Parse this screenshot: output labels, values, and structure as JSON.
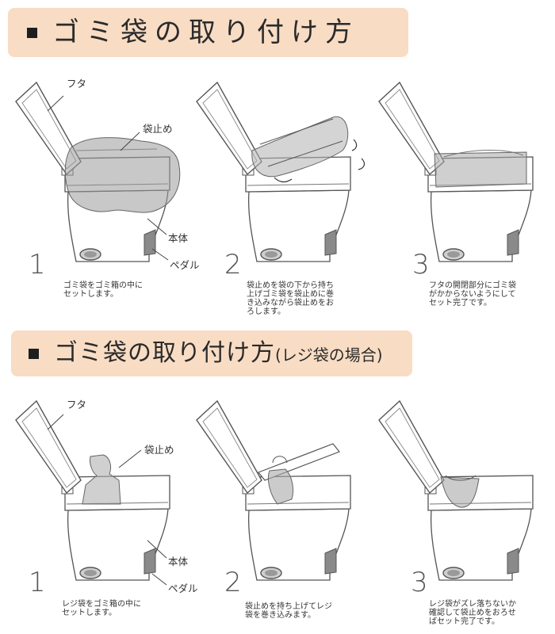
{
  "section1": {
    "title": "ゴミ袋の取り付け方",
    "labels": {
      "lid": "フタ",
      "bag_stopper": "袋止め",
      "body": "本体",
      "pedal": "ペダル"
    },
    "steps": [
      {
        "number": "1",
        "caption": "ゴミ袋をゴミ箱の中に\nセットします。"
      },
      {
        "number": "2",
        "caption": "袋止めを袋の下から持ち\n上げゴミ袋を袋止めに巻\nき込みながら袋止めをお\nろします。"
      },
      {
        "number": "3",
        "caption": "フタの開閉部分にゴミ袋\nがかからないようにして\nセット完了です。"
      }
    ]
  },
  "section2": {
    "title_main": "ゴミ袋の取り付け方",
    "title_sub": "(レジ袋の場合)",
    "labels": {
      "lid": "フタ",
      "bag_stopper": "袋止め",
      "body": "本体",
      "pedal": "ペダル"
    },
    "steps": [
      {
        "number": "1",
        "caption": "レジ袋をゴミ箱の中に\nセットします。"
      },
      {
        "number": "2",
        "caption": "袋止めを持ち上げてレジ\n袋を巻き込みます。"
      },
      {
        "number": "3",
        "caption": "レジ袋がズレ落ちないか\n確認して袋止めをおろせ\nばセット完了です。"
      }
    ]
  }
}
